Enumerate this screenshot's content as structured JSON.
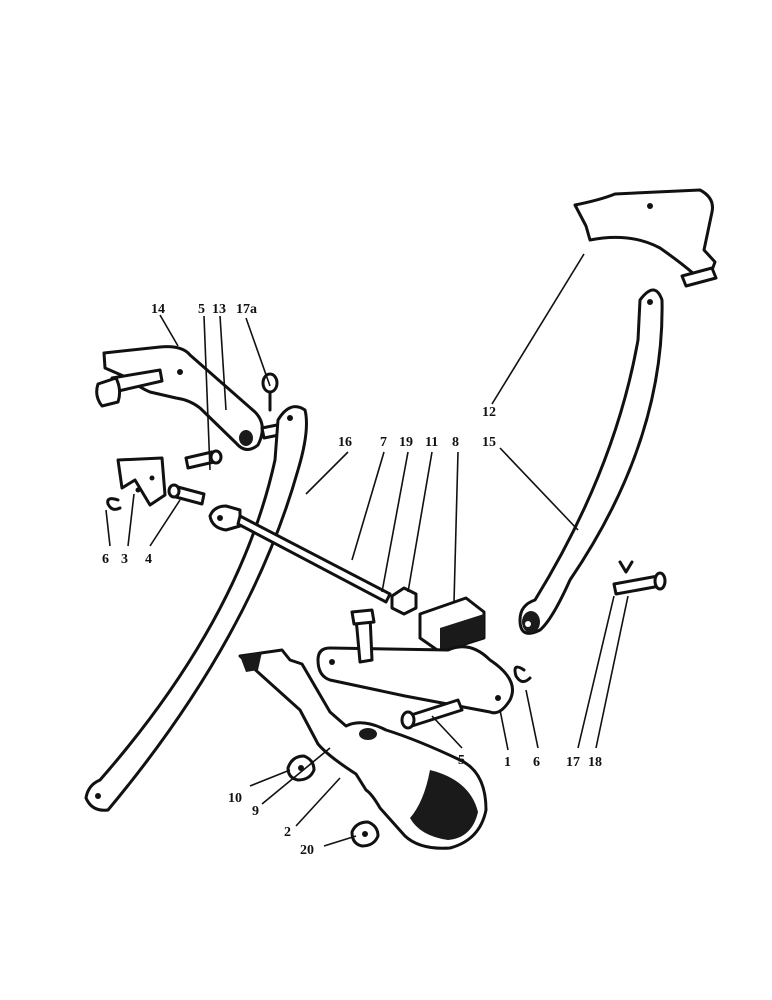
{
  "diagram": {
    "part_numbers": {
      "p1": "1",
      "p2": "2",
      "p3": "3",
      "p4": "4",
      "p5a": "5",
      "p5b": "5",
      "p6a": "6",
      "p6b": "6",
      "p7": "7",
      "p8": "8",
      "p9": "9",
      "p10": "10",
      "p11": "11",
      "p12": "12",
      "p13": "13",
      "p14": "14",
      "p15": "15",
      "p16": "16",
      "p17": "17",
      "p17a": "17a",
      "p18": "18",
      "p19": "19",
      "p20": "20"
    }
  }
}
